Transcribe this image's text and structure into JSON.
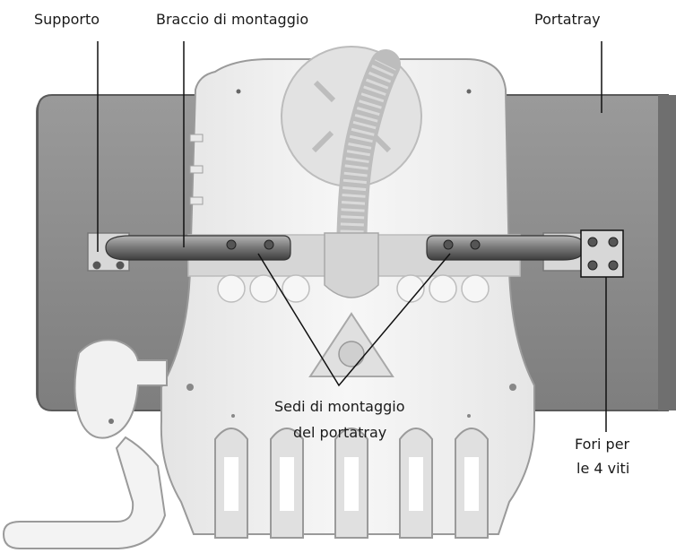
{
  "labels": {
    "supporto": "Supporto",
    "braccio": "Braccio di montaggio",
    "portatray": "Portatray",
    "sedi_line1": "Sedi di montaggio",
    "sedi_line2": "del portatray",
    "fori_line1": "Fori per",
    "fori_line2": "le 4 viti"
  },
  "colors": {
    "tray_fill": "#8c8c8c",
    "tray_edge": "#5e5e5e",
    "body_fill": "#f3f3f3",
    "arm_fill": "#7a7a7a",
    "line": "#111111"
  }
}
